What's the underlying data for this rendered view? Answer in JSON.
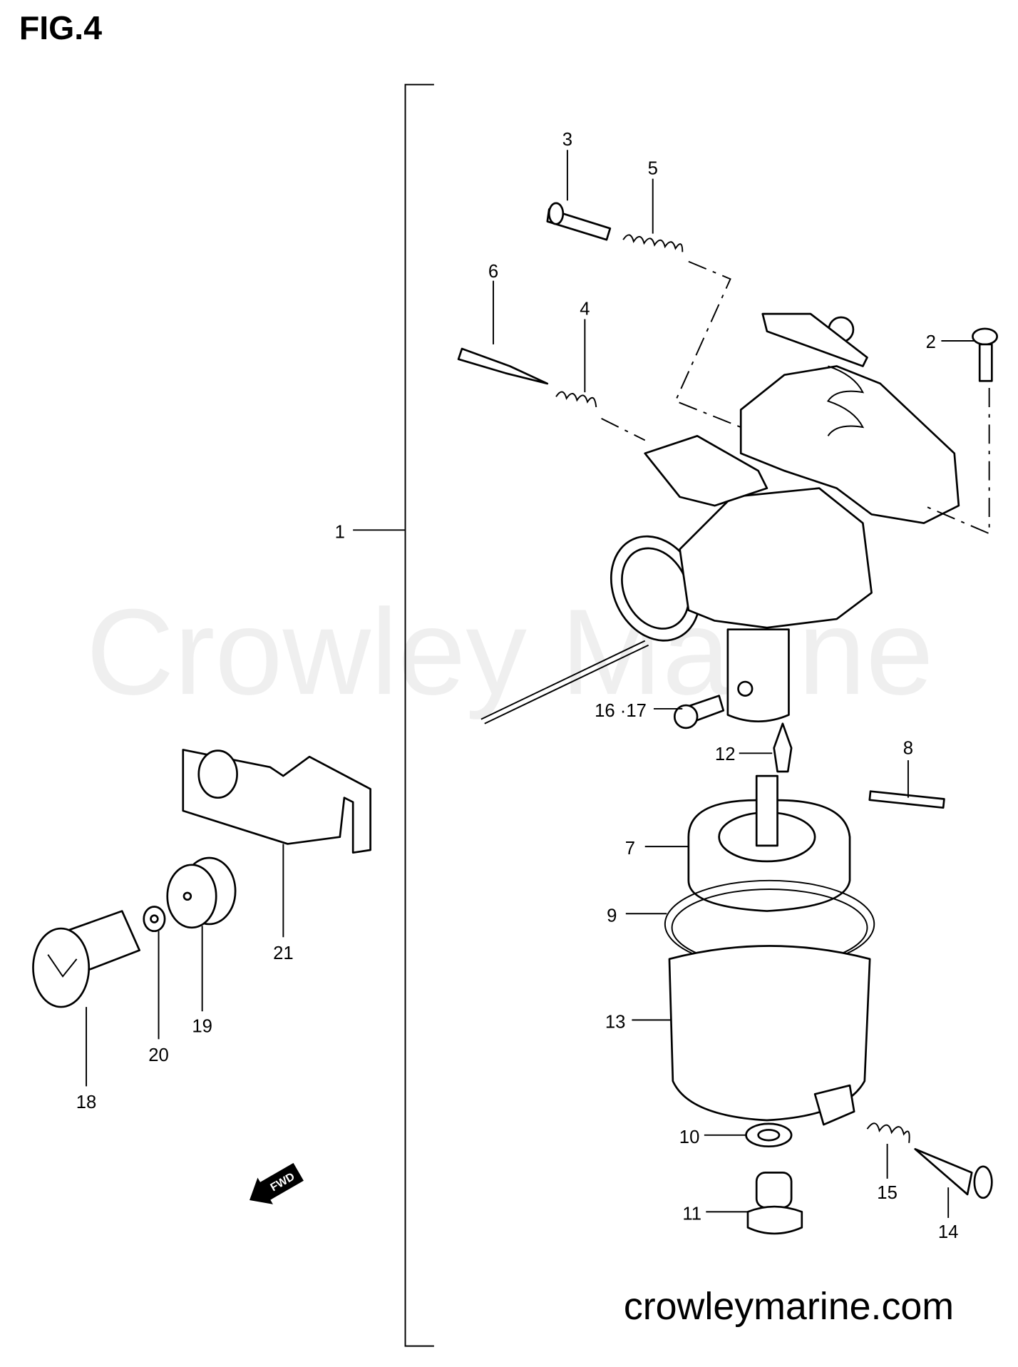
{
  "figure": {
    "title": "FIG.4"
  },
  "watermark": "Crowley Marine",
  "website": "crowleymarine.com",
  "fwd_arrow": "FWD",
  "callouts": {
    "c1": "1",
    "c2": "2",
    "c3": "3",
    "c4": "4",
    "c5": "5",
    "c6": "6",
    "c7": "7",
    "c8": "8",
    "c9": "9",
    "c10": "10",
    "c11": "11",
    "c12": "12",
    "c13": "13",
    "c14": "14",
    "c15": "15",
    "c16_17": "16 ·17",
    "c18": "18",
    "c19": "19",
    "c20": "20",
    "c21": "21"
  }
}
